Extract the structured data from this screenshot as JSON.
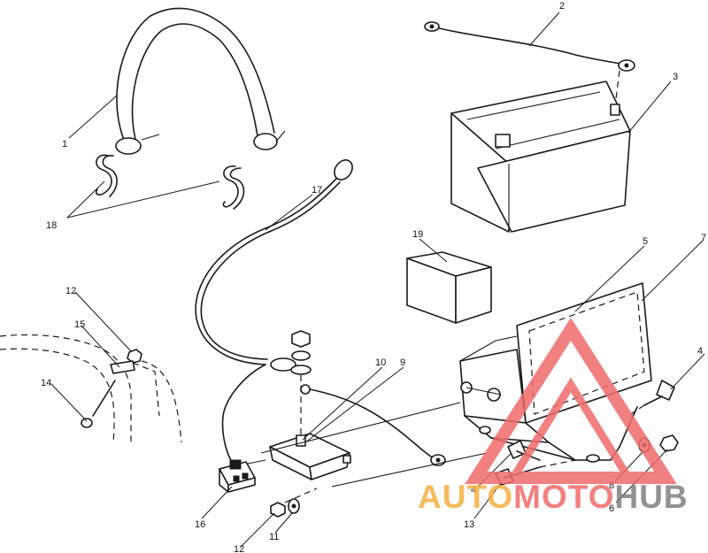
{
  "callouts": [
    {
      "id": "1",
      "text": "1"
    },
    {
      "id": "2",
      "text": "2"
    },
    {
      "id": "3",
      "text": "3"
    },
    {
      "id": "4a",
      "text": "4"
    },
    {
      "id": "4b",
      "text": "4"
    },
    {
      "id": "5",
      "text": "5"
    },
    {
      "id": "6",
      "text": "6"
    },
    {
      "id": "7",
      "text": "7"
    },
    {
      "id": "8",
      "text": "8"
    },
    {
      "id": "9",
      "text": "9"
    },
    {
      "id": "10",
      "text": "10"
    },
    {
      "id": "11",
      "text": "11"
    },
    {
      "id": "12a",
      "text": "12"
    },
    {
      "id": "12b",
      "text": "12"
    },
    {
      "id": "13",
      "text": "13"
    },
    {
      "id": "14",
      "text": "14"
    },
    {
      "id": "15",
      "text": "15"
    },
    {
      "id": "16",
      "text": "16"
    },
    {
      "id": "17",
      "text": "17"
    },
    {
      "id": "18",
      "text": "18"
    },
    {
      "id": "19",
      "text": "19"
    }
  ],
  "watermark": {
    "part1": "AUTO",
    "part2": "MOTO",
    "part3": "HUB",
    "color_orange": "#f5b041",
    "color_red": "#f26b6b",
    "color_gray": "#7f7f7f"
  }
}
